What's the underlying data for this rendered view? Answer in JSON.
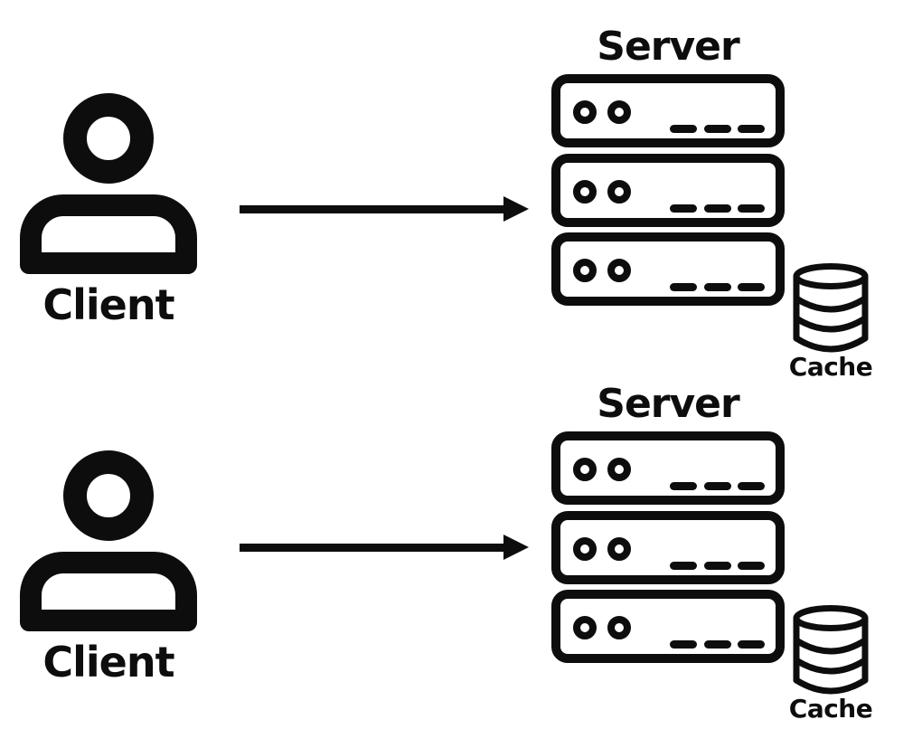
{
  "page": {
    "background_color": "#ffffff",
    "ink_color": "#0d0d0d",
    "diagram_type": "client-server-cache architecture, two identical rows"
  },
  "sections": [
    {
      "client": {
        "label": "Client",
        "icon": "person-icon"
      },
      "arrow": {
        "icon": "arrow-right-icon",
        "from": "Client",
        "to": "Server"
      },
      "server": {
        "title": "Server",
        "unit_count": 3,
        "icon": "server-rack-icon"
      },
      "cache": {
        "label": "Cache",
        "icon": "database-icon"
      }
    },
    {
      "client": {
        "label": "Client",
        "icon": "person-icon"
      },
      "arrow": {
        "icon": "arrow-right-icon",
        "from": "Client",
        "to": "Server"
      },
      "server": {
        "title": "Server",
        "unit_count": 3,
        "icon": "server-rack-icon"
      },
      "cache": {
        "label": "Cache",
        "icon": "database-icon"
      }
    }
  ]
}
